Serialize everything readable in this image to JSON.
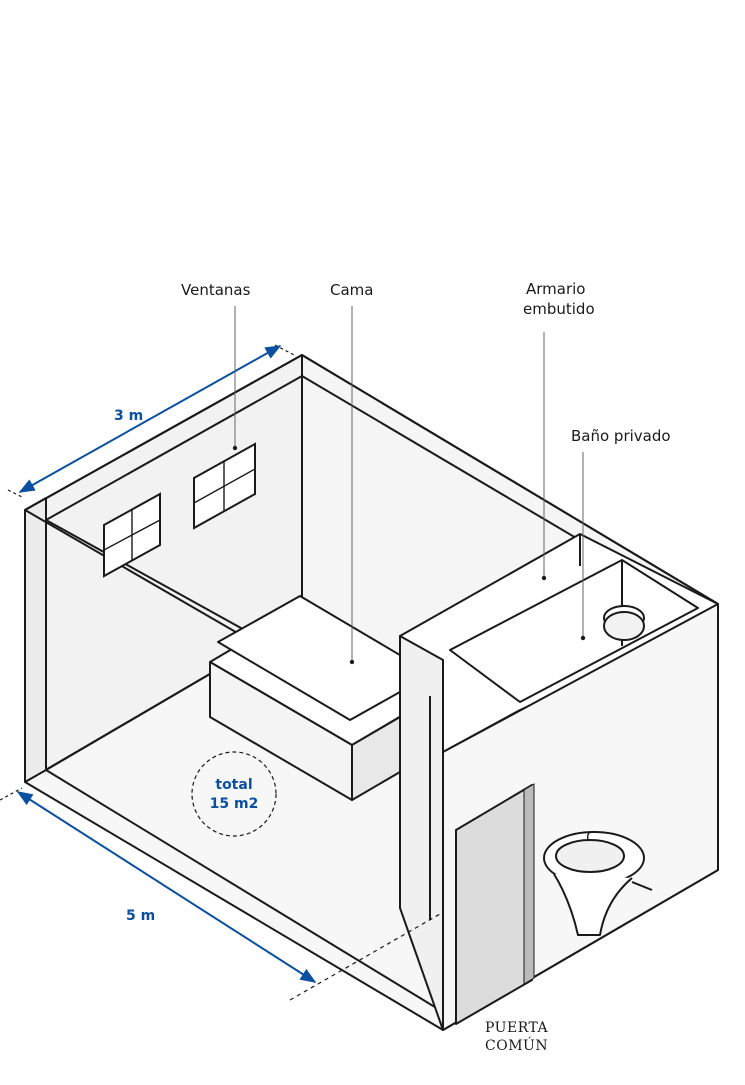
{
  "labels": {
    "windows": "Ventanas",
    "bed": "Cama",
    "closet_line1": "Armario",
    "closet_line2": "embutido",
    "bathroom": "Baño privado",
    "door_line1": "PUERTA",
    "door_line2": "COMÚN"
  },
  "dimensions": {
    "width": "3 m",
    "length": "5 m",
    "total_line1": "total",
    "total_line2": "15 m2"
  },
  "colors": {
    "accent": "#0a4fa0",
    "line": "#1a1a1a",
    "wall": "#f4f4f4",
    "door": "#dcdcdc"
  }
}
